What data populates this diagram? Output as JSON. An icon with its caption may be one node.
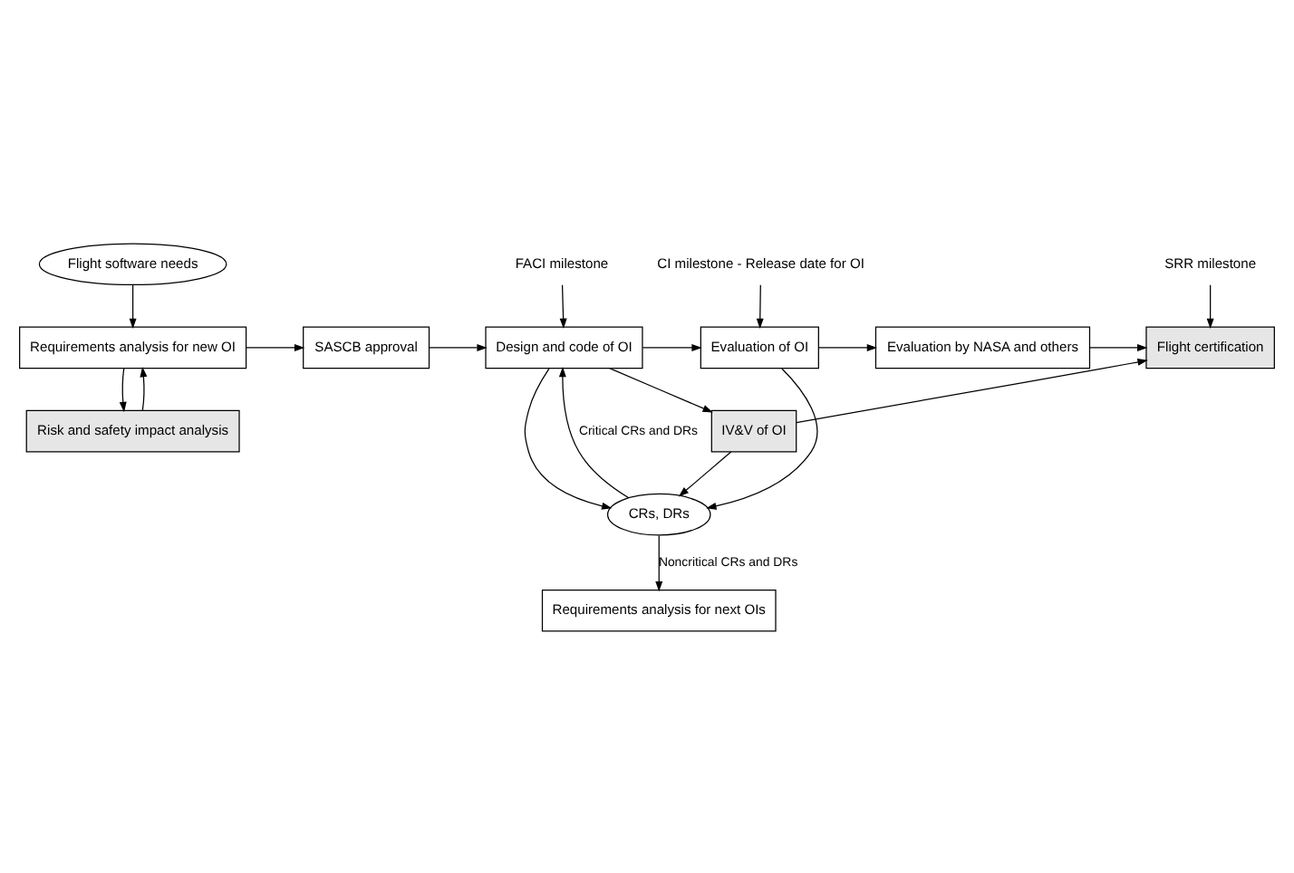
{
  "diagram": {
    "nodes": [
      {
        "text": [
          "Flight software needs"
        ]
      },
      {
        "text": [
          "Requirements analysis for new OI"
        ]
      },
      {
        "text": [
          "SASCB approval"
        ]
      },
      {
        "text": [
          "Design and code of OI"
        ]
      },
      {
        "text": [
          "Evaluation of OI"
        ]
      },
      {
        "text": [
          "Evaluation by NASA and others"
        ]
      },
      {
        "text": [
          "Flight certification"
        ]
      },
      {
        "text": [
          "IV&V of OI"
        ]
      },
      {
        "text": [
          "CRs, DRs"
        ]
      },
      {
        "text": [
          "Risk and safety impact analysis"
        ]
      },
      {
        "text": [
          "Requirements analysis for next OIs"
        ]
      },
      {
        "text": [
          "FACI milestone"
        ]
      },
      {
        "text": [
          "CI milestone - Release date for OI"
        ]
      },
      {
        "text": [
          "SRR milestone"
        ]
      }
    ],
    "edges": [
      {
        "from": 0,
        "to": 1,
        "arrow": "to"
      },
      {
        "from": 1,
        "to": 2,
        "arrow": "to"
      },
      {
        "from": 2,
        "to": 3,
        "arrow": "to"
      },
      {
        "from": 3,
        "to": 4,
        "arrow": "to"
      },
      {
        "from": 4,
        "to": 5,
        "arrow": "to"
      },
      {
        "from": 3,
        "to": 7,
        "arrow": "to"
      },
      {
        "from": 5,
        "to": 6,
        "arrow": "to"
      },
      {
        "from": 7,
        "to": 6,
        "arrow": "to"
      },
      {
        "from": 3,
        "to": 8,
        "arrow": "to"
      },
      {
        "from": 4,
        "to": 8,
        "arrow": "to"
      },
      {
        "from": 7,
        "to": 8,
        "arrow": "to"
      },
      {
        "from": 8,
        "to": 3,
        "label": "Critical CRs and DRs",
        "arrow": "to"
      },
      {
        "from": 8,
        "to": 10,
        "label": "Noncritical CRs and DRs",
        "arrow": "to"
      },
      {
        "from": 1,
        "to": 9,
        "arrow": "to"
      },
      {
        "from": 9,
        "to": 1,
        "arrow": "to"
      },
      {
        "from": 11,
        "to": 3,
        "arrow": "to"
      },
      {
        "from": 12,
        "to": 4,
        "arrow": "to"
      },
      {
        "from": 13,
        "to": 6,
        "arrow": "to"
      }
    ]
  }
}
